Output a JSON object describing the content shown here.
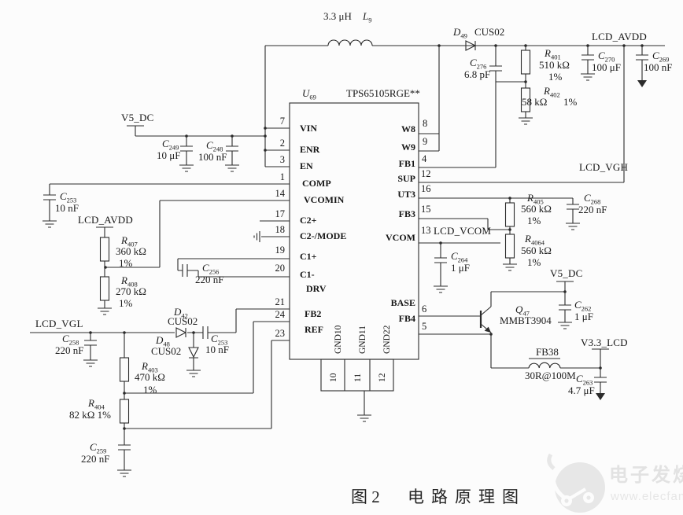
{
  "ic": {
    "ref_p": "U",
    "ref_s": "69",
    "part": "TPS65105RGE**",
    "left_pins": [
      {
        "num": "7",
        "name": "VIN"
      },
      {
        "num": "2",
        "name": "ENR"
      },
      {
        "num": "3",
        "name": "EN"
      },
      {
        "num": "1",
        "name": "COMP"
      },
      {
        "num": "14",
        "name": "VCOMIN"
      },
      {
        "num": "17",
        "name": "C2+"
      },
      {
        "num": "18",
        "name": "C2-/MODE"
      },
      {
        "num": "19",
        "name": "C1+"
      },
      {
        "num": "20",
        "name": "C1-"
      },
      {
        "num": "21",
        "name": "DRV"
      },
      {
        "num": "24",
        "name": "FB2"
      },
      {
        "num": "23",
        "name": "REF"
      }
    ],
    "right_pins": [
      {
        "num": "8",
        "name": "W8"
      },
      {
        "num": "9",
        "name": "W9"
      },
      {
        "num": "4",
        "name": "FB1"
      },
      {
        "num": "12",
        "name": "SUP"
      },
      {
        "num": "16",
        "name": "UT3"
      },
      {
        "num": "15",
        "name": "FB3"
      },
      {
        "num": "13",
        "name": "VCOM"
      },
      {
        "num": "6",
        "name": "BASE"
      },
      {
        "num": "5",
        "name": "FB4"
      }
    ],
    "bottom_pins": [
      {
        "num": "10",
        "name": "GND10"
      },
      {
        "num": "11",
        "name": "GND11"
      },
      {
        "num": "12",
        "name": "GND22"
      }
    ]
  },
  "comp": {
    "L9": {
      "p": "L",
      "s": "9",
      "value": "3.3 μH"
    },
    "D49": {
      "p": "D",
      "s": "49",
      "part": "CUS02"
    },
    "C276": {
      "p": "C",
      "s": "276",
      "value": "6.8 pF"
    },
    "R401": {
      "p": "R",
      "s": "401",
      "value": "510 kΩ",
      "tol": "1%"
    },
    "R402": {
      "p": "R",
      "s": "402",
      "value": "58 kΩ",
      "tol": "1%"
    },
    "C270": {
      "p": "C",
      "s": "270",
      "value": "100 μF"
    },
    "C269": {
      "p": "C",
      "s": "269",
      "value": "100 nF"
    },
    "C249": {
      "p": "C",
      "s": "249",
      "value": "10 μF"
    },
    "C248": {
      "p": "C",
      "s": "248",
      "value": "100 nF"
    },
    "C253a": {
      "p": "C",
      "s": "253",
      "value": "10 nF"
    },
    "R407": {
      "p": "R",
      "s": "407",
      "value": "360 kΩ",
      "tol": "1%"
    },
    "R408": {
      "p": "R",
      "s": "408",
      "value": "270 kΩ",
      "tol": "1%"
    },
    "C258": {
      "p": "C",
      "s": "258",
      "value": "220 nF"
    },
    "D42": {
      "p": "D",
      "s": "42",
      "part": "CUS02"
    },
    "D48": {
      "p": "D",
      "s": "48",
      "part": "CUS02"
    },
    "C253b": {
      "p": "C",
      "s": "253",
      "value": "10 nF"
    },
    "C256": {
      "p": "C",
      "s": "256",
      "value": "220 nF"
    },
    "R403": {
      "p": "R",
      "s": "403",
      "value": "470 kΩ",
      "tol": "1%"
    },
    "R404": {
      "p": "R",
      "s": "404",
      "value": "82 kΩ  1%"
    },
    "C259": {
      "p": "C",
      "s": "259",
      "value": "220 nF"
    },
    "R405": {
      "p": "R",
      "s": "405",
      "value": "560 kΩ",
      "tol": "1%"
    },
    "C268": {
      "p": "C",
      "s": "268",
      "value": "220 nF"
    },
    "R4064": {
      "p": "R",
      "s": "4064",
      "value": "560 kΩ",
      "tol": "1%"
    },
    "C264": {
      "p": "C",
      "s": "264",
      "value": "1 μF"
    },
    "Q47": {
      "p": "Q",
      "s": "47",
      "part": "MMBT3904"
    },
    "C262": {
      "p": "C",
      "s": "262",
      "value": "1 μF"
    },
    "FB38": {
      "name": "FB38",
      "value": "30R@100M"
    },
    "C263": {
      "p": "C",
      "s": "263",
      "value": "4.7 μF"
    }
  },
  "nets": {
    "v5_dc": "V5_DC",
    "lcd_avdd": "LCD_AVDD",
    "lcd_vgh": "LCD_VGH",
    "lcd_vgl": "LCD_VGL",
    "lcd_vcom": "LCD_VCOM",
    "v3_3_lcd": "V3.3_LCD"
  },
  "caption": {
    "fig": "图 2",
    "title": "电路原理图"
  },
  "watermark": {
    "title": "电子发烧友",
    "url": "www.elecfans.com"
  }
}
